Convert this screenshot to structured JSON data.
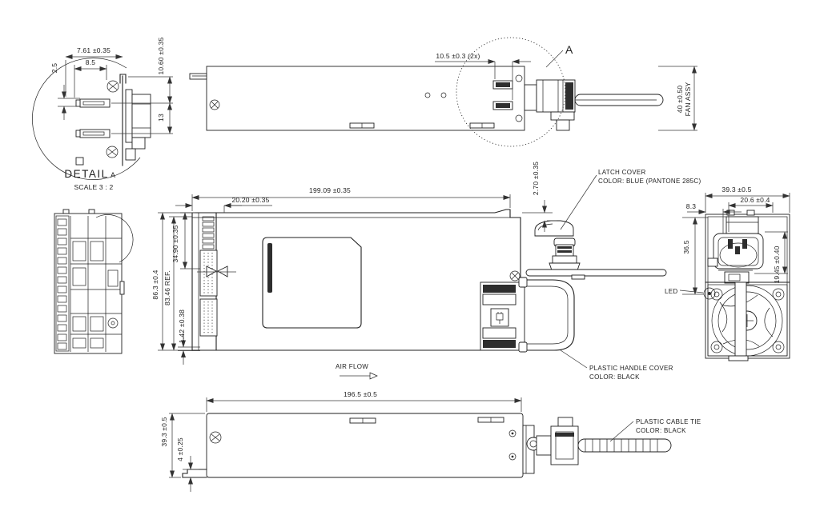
{
  "drawing": {
    "detail_view": {
      "title": "DETAIL",
      "title_suffix": "A",
      "scale": "SCALE 3 : 2",
      "dims": {
        "pin_offset": "7.61 ±0.35",
        "pin_spacing": "8.5",
        "slot_offset": "2.5",
        "tab_offset": "10.60 ±0.35",
        "slot_pitch": "13"
      }
    },
    "top_view": {
      "callout": "A",
      "dims": {
        "slot": "10.5 ±0.3 (2x)",
        "height": "40 ±0.50",
        "height_label": "FAN ASSY"
      }
    },
    "plan_view": {
      "dims": {
        "length": "199.09 ±0.35",
        "conn_offset": "20.20 ±0.35",
        "conn_height": "34.90 ±0.35",
        "body_width": "86.3 ±0.4",
        "body_width_ref": "83.46 REF.",
        "pcb_edge": "1.42 ±0.38",
        "latch_protrusion": "2.70 ±0.35"
      },
      "labels": {
        "latch_cover_line1": "LATCH COVER",
        "latch_cover_line2": "COLOR: BLUE (PANTONE 285C)",
        "handle_line1": "PLASTIC HANDLE COVER",
        "handle_line2": "COLOR: BLACK",
        "air_flow": "AIR FLOW"
      }
    },
    "rear_view": {
      "dims": {
        "width": "39.3 ±0.5",
        "inlet_offset": "20.6 ±0.4",
        "edge_offset": "8.3",
        "latch_height": "36.5",
        "inlet_height": "19.45 ±0.40"
      },
      "labels": {
        "led": "LED"
      }
    },
    "bottom_view": {
      "dims": {
        "length": "196.5 ±0.5",
        "width": "39.3 ±0.5",
        "foot": "4 ±0.25"
      },
      "labels": {
        "cable_tie_line1": "PLASTIC CABLE TIE",
        "cable_tie_line2": "COLOR: BLACK"
      }
    }
  }
}
